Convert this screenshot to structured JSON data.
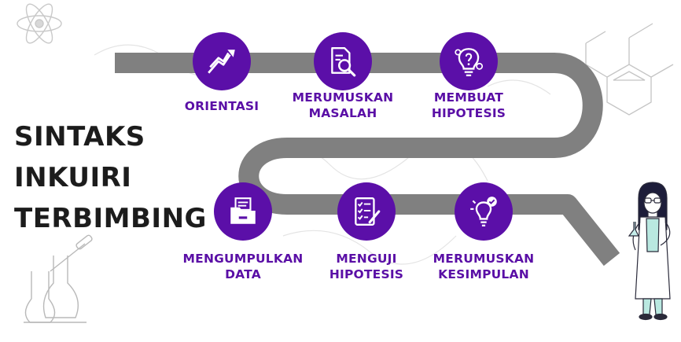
{
  "title": {
    "lines": [
      "SINTAKS",
      "INKUIRI",
      "TERBIMBING"
    ]
  },
  "colors": {
    "accent": "#5b0fa8",
    "label": "#5a0fa6",
    "road": "#808080",
    "title": "#1c1c1c",
    "sketch": "#c6c6c6",
    "person_coat": "#ffffff",
    "person_pants": "#b9e8e0",
    "person_hair": "#1d1d3a"
  },
  "steps": [
    {
      "icon": "zigzag-arrow-icon",
      "lines": [
        "ORIENTASI"
      ]
    },
    {
      "icon": "document-search-icon",
      "lines": [
        "MERUMUSKAN",
        "MASALAH"
      ]
    },
    {
      "icon": "lightbulb-question-icon",
      "lines": [
        "MEMBUAT",
        "HIPOTESIS"
      ]
    },
    {
      "icon": "folder-icon",
      "lines": [
        "MENGUMPULKAN",
        "DATA"
      ]
    },
    {
      "icon": "checklist-icon",
      "lines": [
        "MENGUJI",
        "HIPOTESIS"
      ]
    },
    {
      "icon": "lightbulb-check-icon",
      "lines": [
        "MERUMUSKAN",
        "KESIMPULAN"
      ]
    }
  ]
}
